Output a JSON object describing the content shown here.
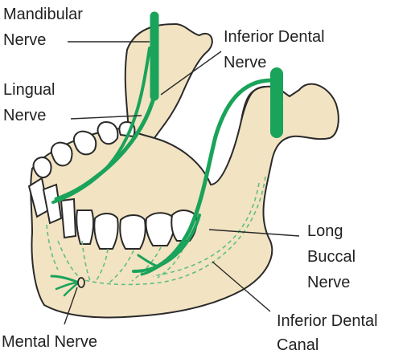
{
  "labels": {
    "mandibular_nerve": [
      "Mandibular",
      "Nerve"
    ],
    "inferior_dental_nerve": [
      "Inferior Dental",
      "Nerve"
    ],
    "lingual_nerve": [
      "Lingual",
      "Nerve"
    ],
    "long_buccal_nerve": [
      "Long",
      "Buccal",
      "Nerve"
    ],
    "mental_nerve": [
      "Mental Nerve"
    ],
    "inferior_dental_canal": [
      "Inferior Dental",
      "Canal"
    ]
  },
  "colors": {
    "bone": "#f2e3c2",
    "outline": "#2a2a2a",
    "nerve": "#1aa35a",
    "canal": "#5fbf7f",
    "text": "#222222"
  }
}
